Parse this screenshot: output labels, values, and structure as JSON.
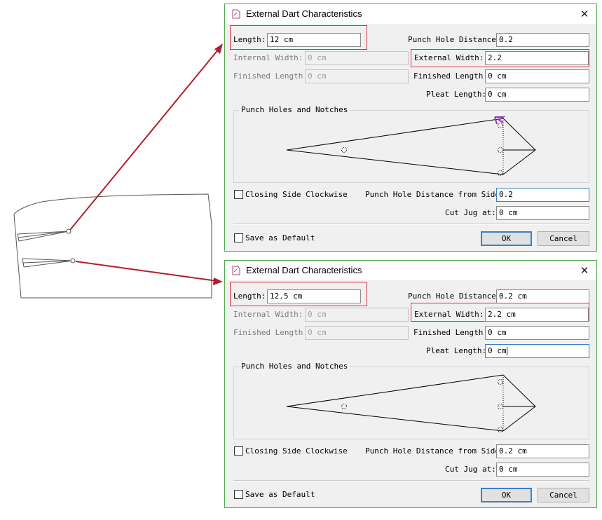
{
  "dialogs": [
    {
      "title": "External Dart Characteristics",
      "length_label": "Length:",
      "length_value": "12 cm",
      "punch_hole_distance_label": "Punch Hole Distance:",
      "punch_hole_distance_value": "0.2",
      "internal_width_label": "Internal Width:",
      "internal_width_value": "0 cm",
      "external_width_label": "External Width:",
      "external_width_value": "2.2",
      "finished_length_left_label": "Finished Length:",
      "finished_length_left_value": "0 cm",
      "finished_length_right_label": "Finished Length:",
      "finished_length_right_value": "0 cm",
      "pleat_length_label": "Pleat Length:",
      "pleat_length_value": "0 cm",
      "group_title": "Punch Holes and Notches",
      "closing_side_label": "Closing Side Clockwise",
      "punch_hole_from_side_label": "Punch Hole Distance from Side:",
      "punch_hole_from_side_value": "0.2",
      "cut_jug_label": "Cut Jug at:",
      "cut_jug_value": "0 cm",
      "save_default_label": "Save as Default",
      "ok_label": "OK",
      "cancel_label": "Cancel"
    },
    {
      "title": "External Dart Characteristics",
      "length_label": "Length:",
      "length_value": "12.5 cm",
      "punch_hole_distance_label": "Punch Hole Distance:",
      "punch_hole_distance_value": "0.2 cm",
      "internal_width_label": "Internal Width:",
      "internal_width_value": "0 cm",
      "external_width_label": "External Width:",
      "external_width_value": "2.2 cm",
      "finished_length_left_label": "Finished Length:",
      "finished_length_left_value": "0 cm",
      "finished_length_right_label": "Finished Length:",
      "finished_length_right_value": "0 cm",
      "pleat_length_label": "Pleat Length:",
      "pleat_length_value": "0 cm",
      "group_title": "Punch Holes and Notches",
      "closing_side_label": "Closing Side Clockwise",
      "punch_hole_from_side_label": "Punch Hole Distance from Side:",
      "punch_hole_from_side_value": "0.2 cm",
      "cut_jug_label": "Cut Jug at:",
      "cut_jug_value": "0 cm",
      "save_default_label": "Save as Default",
      "ok_label": "OK",
      "cancel_label": "Cancel"
    }
  ],
  "colors": {
    "highlight_box": "#d9303a",
    "arrow": "#b0202a",
    "dialog_border": "#4fa84f",
    "focus_border": "#3c7fc8",
    "snap_marker": "#9b30c8"
  },
  "icons": [
    "document-icon",
    "close-icon",
    "dart-preview-diagram",
    "arrow-right-icon"
  ]
}
